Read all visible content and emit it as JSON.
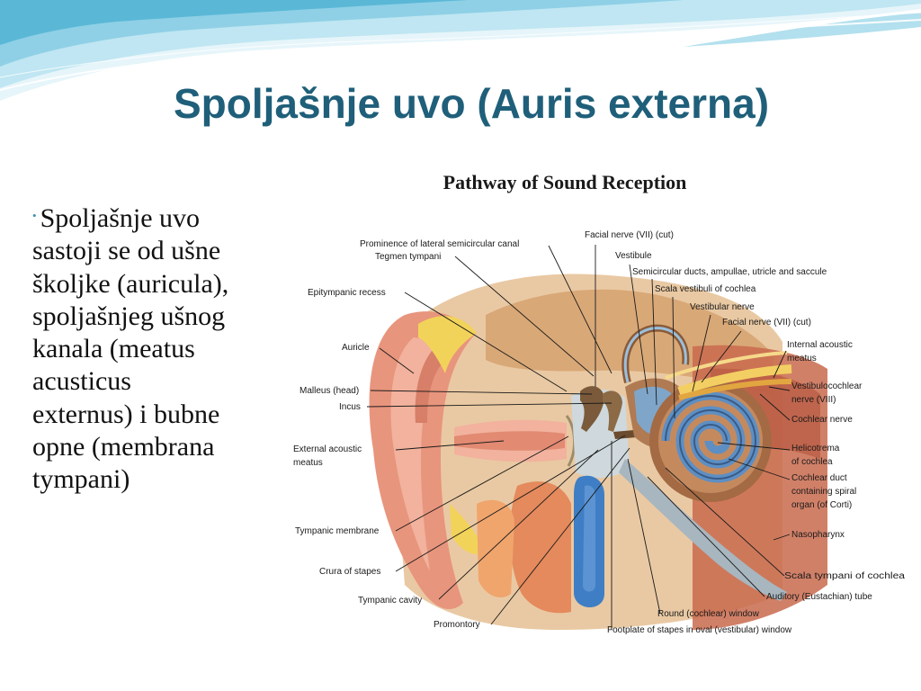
{
  "slide": {
    "title": "Spoljašnje uvo (Auris externa)",
    "bullet_symbol": "•",
    "bullet_lines": [
      "Spoljašnje uvo",
      "sastoji se od ušne",
      "školjke (auricula),",
      "spoljašnjeg ušnog",
      "kanala (meatus",
      "acusticus",
      "externus) i bubne",
      "opne (membrana",
      "tympani)"
    ]
  },
  "figure": {
    "title": "Pathway of Sound Reception",
    "labels": [
      "Prominence of lateral semicircular canal",
      "Tegmen tympani",
      "Epitympanic recess",
      "Auricle",
      "Malleus (head)",
      "Incus",
      "External acoustic",
      "meatus",
      "Tympanic membrane",
      "Crura of stapes",
      "Tympanic cavity",
      "Promontory",
      "Facial nerve (VII) (cut)",
      "Vestibule",
      "Semicircular ducts, ampullae, utricle and saccule",
      "Scala vestibuli of cochlea",
      "Vestibular nerve",
      "Facial nerve (VII) (cut)",
      "Internal acoustic",
      "meatus",
      "Vestibulocochlear",
      "nerve (VIII)",
      "Cochlear nerve",
      "Helicotrema",
      "of cochlea",
      "Cochlear duct",
      "containing spiral",
      "organ (of Corti)",
      "Nasopharynx",
      "Scala tympani of cochlea",
      "Auditory (Eustachian) tube",
      "Round (cochlear) window",
      "Footplate of stapes in oval (vestibular) window"
    ]
  },
  "colors": {
    "title": "#1f5f7a",
    "bullet": "#3a8fb0",
    "wave_light": "#cdeaf4",
    "wave_mid": "#8fd0e6",
    "wave_dark": "#3fa6c8"
  }
}
